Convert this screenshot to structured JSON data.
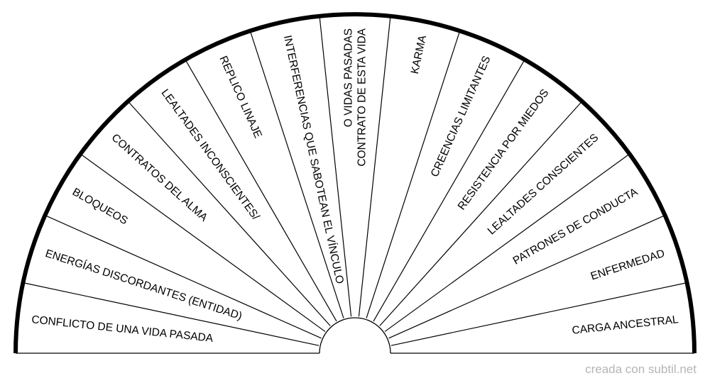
{
  "segments": [
    [
      "CONFLICTO DE UNA VIDA PASADA"
    ],
    [
      "ENERGÍAS DISCORDANTES (ENTIDAD)"
    ],
    [
      "BLOQUEOS"
    ],
    [
      "CONTRATOS DEL ALMA"
    ],
    [
      "LEALTADES INCONSCIENTES/"
    ],
    [
      "REPLICO LINAJE"
    ],
    [
      "INTERFERENCIAS QUE SABOTEAN EL VÍNCULO"
    ],
    [
      "O VIDAS PASADAS",
      "CONTRATO DE ESTA VIDA"
    ],
    [
      "KARMA"
    ],
    [
      "CREENCIAS LIMITANTES"
    ],
    [
      "RESISTENCIA POR MIEDOS"
    ],
    [
      "LEALTADES CONSCIENTES"
    ],
    [
      "PATRONES DE CONDUCTA"
    ],
    [
      "ENFERMEDAD"
    ],
    [
      "CARGA ANCESTRAL"
    ]
  ],
  "credit": "creada con subtil.net",
  "colors": {
    "stroke": "#000000",
    "background": "#ffffff",
    "credit": "#b5b5b5"
  }
}
